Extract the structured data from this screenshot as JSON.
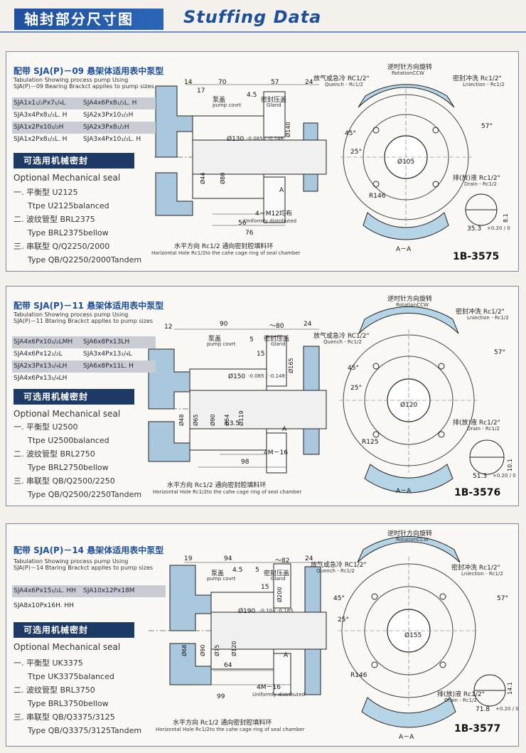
{
  "header": {
    "title_cn": "轴封部分尺寸图",
    "title_en": "Stuffing Data"
  },
  "common": {
    "caption_cn": "水平方向 Rc1/2 通向密封腔填料环",
    "caption_en": "Horizontal Hole Rc1/2to the cahe cage ring of seal chamber",
    "seal_button": "可选用机械密封",
    "seal_title": "Optional Mechanical seal",
    "gland_cn": "密封压盖",
    "gland_en": "Gland",
    "pumpcover_cn": "泵盖",
    "pumpcover_en": "pump covrt",
    "ccw_cn": "逆时针方向旋转",
    "ccw_en": "RotationCCW",
    "quench_cn": "放气或急冷 RC1/2\"",
    "quench_en": "Quench - Rc1/2",
    "flush_cn": "密封冲洗 Rc1/2\"",
    "flush_en": "Lniection - Rc1/2",
    "drain_cn": "排(放)液 Rc1/2\"",
    "drain_en": "Drain - Rc1/2",
    "uniform_en": "Uniformly distributed",
    "section": "A－A",
    "a_label": "A"
  },
  "panels": [
    {
      "title": "配带 SJA(P)－09 悬架体适用表中泵型",
      "sub1": "Tabulation Showing process pump Using",
      "sub2": "SJA(P)－09 Bearing Brackct applles to pump sizes",
      "models": [
        [
          "SJA1x1₁/₂Px7₁/₄L",
          "SJA4x6Px8₁/₂L. H"
        ],
        [
          "SJA3x4Px8₁/₂L. H",
          "SJA2x3Px10₁/₂H"
        ],
        [
          "SJA1x2Px10₁/₂H",
          "SJA2x3Px8₁/₂H"
        ],
        [
          "SJA1x2Px8₁/₂L. H",
          "SJA3x4Px10₁/₂L. H"
        ]
      ],
      "seals": [
        "一. 平衡型 U2125",
        "Ttpe U2125balanced",
        "二. 波纹管型 BRL2375",
        "Type BRL2375bellow",
        "三. 串联型 Q/Q2250/2000",
        "Type QB/Q2250/2000Tandem"
      ],
      "code": "1B-3575",
      "dims": {
        "d1": "14",
        "d2": "70",
        "d3": "4.5",
        "d4": "57",
        "d5": "24",
        "d6": "17",
        "bore": "Ø130",
        "bore_tol": "-0.085 / -0.148",
        "d140": "Ø140",
        "d44": "Ø44",
        "d80": "Ø80",
        "bolts": "4－M12均布",
        "d56": "56",
        "d76": "76",
        "d105": "Ø105",
        "r146": "R146",
        "a45": "45°",
        "a25": "25°",
        "a57": "57°",
        "w35": "35.3",
        "w35tol": "+0.20 / 0",
        "h8": "8.1"
      }
    },
    {
      "title": "配带 SJA(P)－11 悬架体适用表中泵型",
      "sub1": "Tabulation Showing process pump Using",
      "sub2": "SJA(P)－11 Btaring Brackct applles to pump sizes",
      "models": [
        [
          "SJA4x6Px10₁/₂LMH",
          "SJA6x8Px13LH"
        ],
        [
          "SJA4x6Px12₁/₂L",
          "SJA3x4Px13₁/₄L"
        ],
        [
          "SJA2x3Px13₁/₄LH",
          "SJA6x8Px11L. H"
        ],
        [
          "SJA4x6Px13₁/₄LH",
          ""
        ]
      ],
      "seals": [
        "一. 平衡型 U2500",
        "Ttpe U2500balanced",
        "二. 波纹管型 BRL2750",
        "Type BRL2750bellow",
        "三. 串联型 QB/Q2500/2250",
        "Type QB/Q2500/2250Tandem"
      ],
      "code": "1B-3576",
      "dims": {
        "d1": "12",
        "d2": "90",
        "d3": "～80",
        "d4": "24",
        "d5": "5",
        "d6": "15",
        "bore": "Ø150",
        "bore_tol": "-0.085 / -0.148",
        "d165": "Ø165",
        "d48": "Ø48",
        "d65": "Ø65",
        "d90": "Ø90",
        "d54": "Ø54",
        "d119": "Ø119",
        "d635": "63.5",
        "bolts": "4M－16",
        "d98": "98",
        "d120": "Ø120",
        "r125": "R125",
        "a45": "45°",
        "a25": "25°",
        "a57": "57°",
        "w51": "51.3",
        "w51tol": "+0.20 / 0",
        "h10": "10.1"
      }
    },
    {
      "title": "配带 SJA(P)－14 悬架体适用表中泵型",
      "sub1": "Tabulation Showing process pump Using",
      "sub2": "SJA(P)－14 Btaring Brackct applles to pump sizes",
      "models": [
        [
          "SJA4x6Px15₁/₂L. HH",
          "SJA10x12Px18M"
        ],
        [
          "SJA8x10Px16H. HH",
          ""
        ]
      ],
      "seals": [
        "一. 平衡型 UK3375",
        "Ttpe UK3375balanced",
        "二. 波纹管型 BRL3750",
        "Type BRL3750bellow",
        "三. 串联型 QB/Q3375/3125",
        "Type QB/Q3375/3125Tandem"
      ],
      "code": "1B-3577",
      "dims": {
        "d1": "19",
        "d2": "94",
        "d3": "～82",
        "d4": "24",
        "d5": "4.5",
        "d6": "15",
        "d7": "5",
        "bore": "Ø190",
        "bore_tol": "-0.10 / -0.185",
        "d200": "Ø200",
        "d68": "Ø68",
        "d90": "Ø90",
        "d75": "Ø75",
        "d120": "Ø120",
        "d64": "64",
        "d99": "99",
        "bolts": "4M－16",
        "d155": "Ø155",
        "r146": "R146",
        "a45": "45°",
        "a25": "25°",
        "a57": "57°",
        "w71": "71.8",
        "w71tol": "+0.20 / 0",
        "h14": "14.1"
      }
    }
  ]
}
